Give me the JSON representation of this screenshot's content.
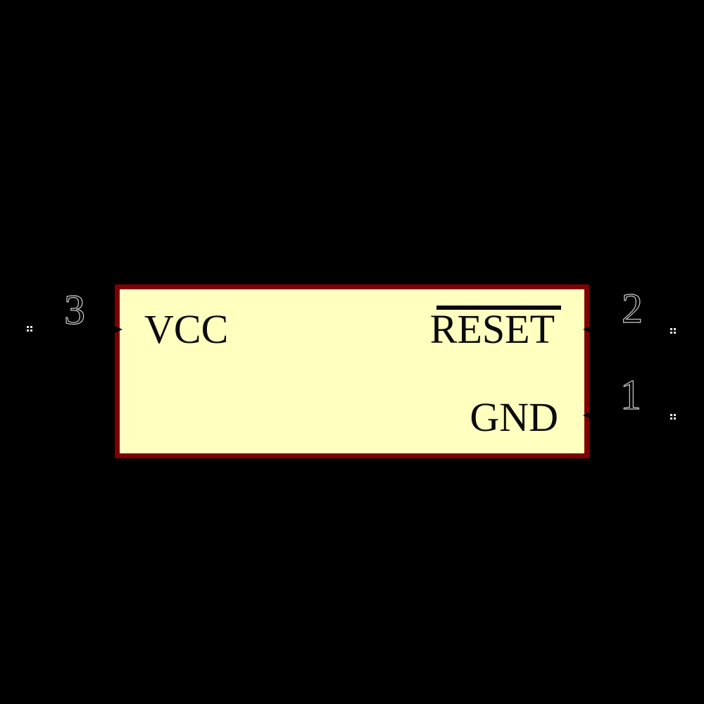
{
  "component": {
    "pins": [
      {
        "number": "3",
        "name": "VCC",
        "side": "left",
        "active_low": false
      },
      {
        "number": "2",
        "name": "RESET",
        "side": "right",
        "active_low": true
      },
      {
        "number": "1",
        "name": "GND",
        "side": "right",
        "active_low": false
      }
    ]
  },
  "colors": {
    "background": "#000000",
    "body_fill": "#ffffc0",
    "body_border": "#7f0000",
    "label_text": "#0b0b0b",
    "pin_line": "#000000",
    "pin_number_outline": "#c9c9c9",
    "end_marker": "#ececec"
  }
}
